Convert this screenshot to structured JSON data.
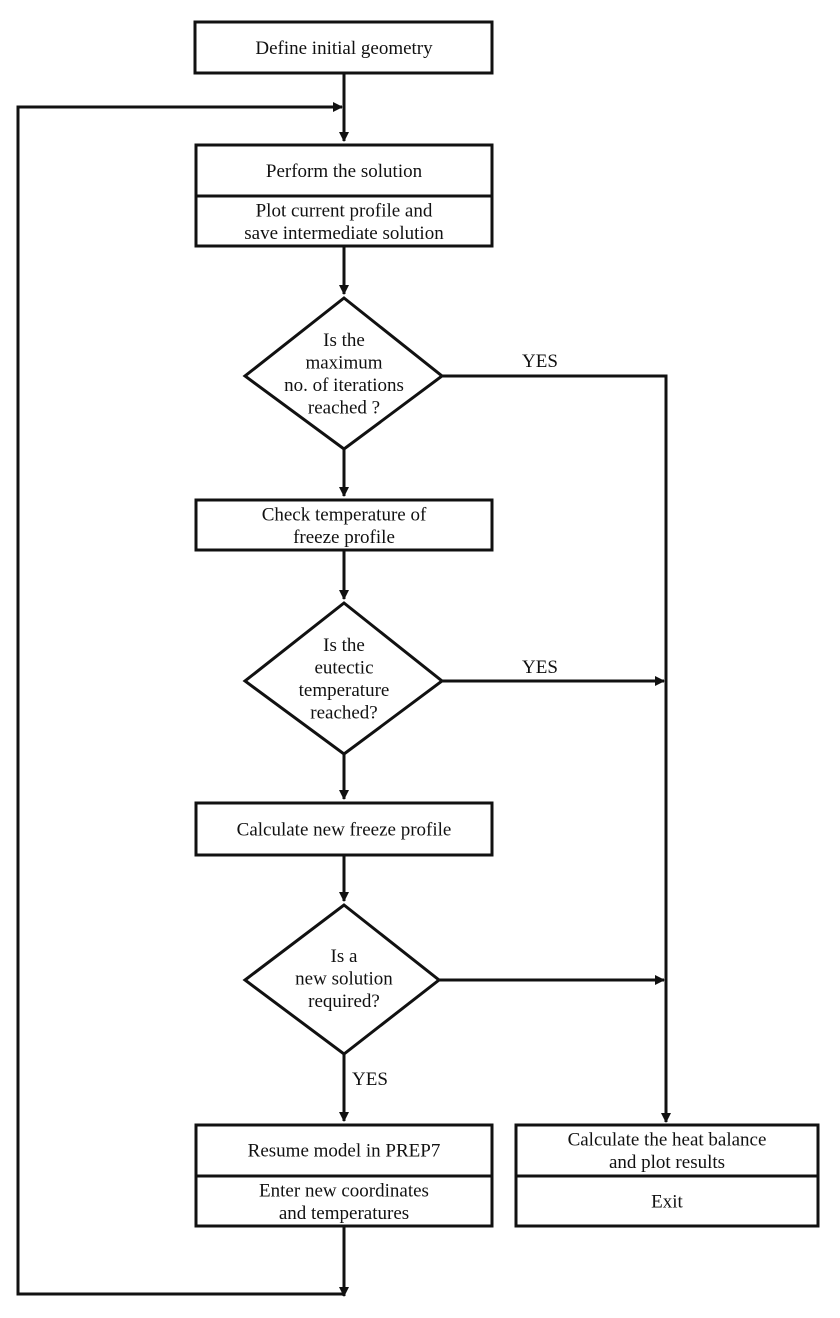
{
  "flowchart": {
    "nodes": {
      "define_geometry": [
        "Define initial geometry"
      ],
      "perform_solution": [
        "Perform the solution"
      ],
      "plot_save": [
        "Plot current profile and",
        "save intermediate solution"
      ],
      "decision_max_iterations": [
        "Is the",
        "maximum",
        "no. of iterations",
        "reached ?"
      ],
      "check_temperature": [
        "Check temperature of",
        "freeze profile"
      ],
      "decision_eutectic": [
        "Is the",
        "eutectic",
        "temperature",
        "reached?"
      ],
      "calculate_profile": [
        "Calculate new freeze profile"
      ],
      "decision_new_solution": [
        "Is a",
        "new solution",
        "required?"
      ],
      "resume_model": [
        "Resume model in PREP7"
      ],
      "enter_coordinates": [
        "Enter new coordinates",
        "and temperatures"
      ],
      "heat_balance": [
        "Calculate the heat balance",
        "and plot results"
      ],
      "exit": [
        "Exit"
      ]
    },
    "edge_labels": {
      "max_iterations_yes": "YES",
      "eutectic_yes": "YES",
      "new_solution_yes": "YES"
    }
  }
}
